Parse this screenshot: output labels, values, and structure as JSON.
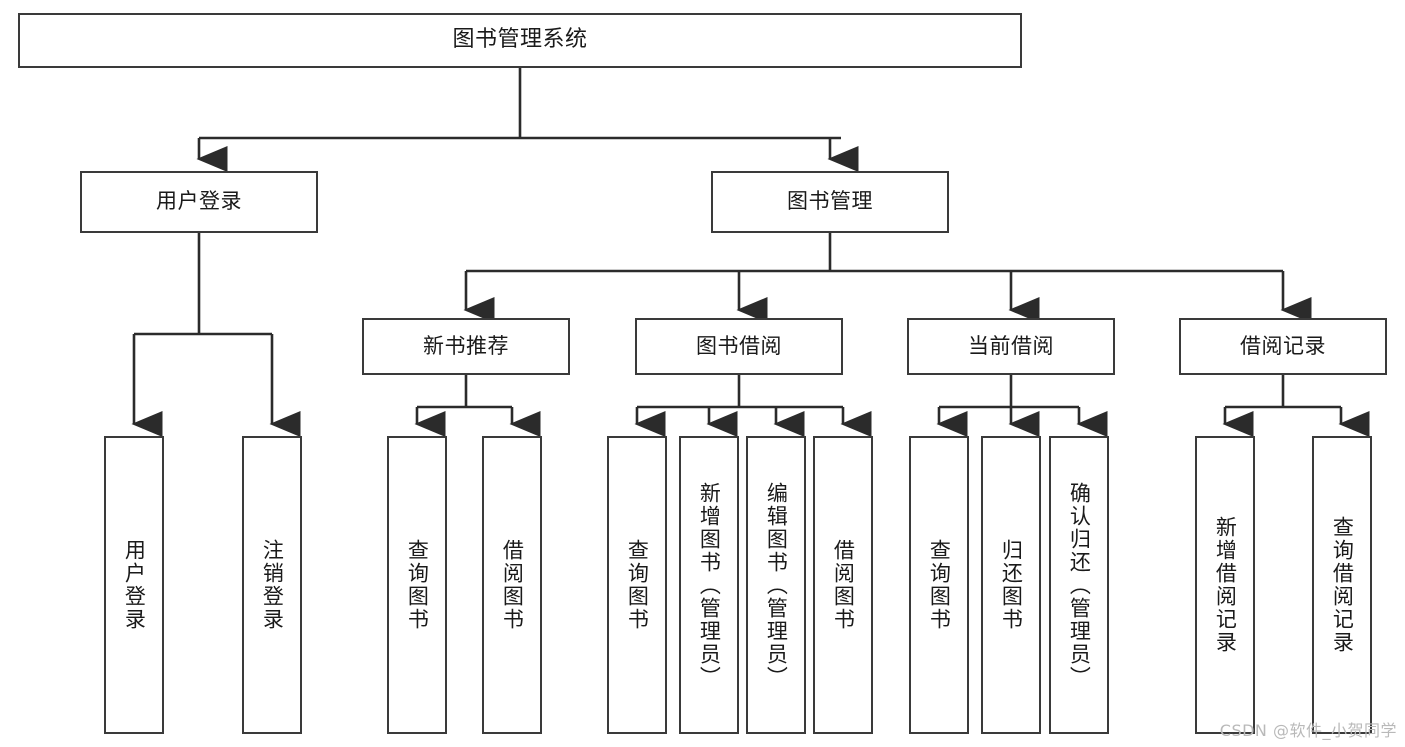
{
  "diagram": {
    "title": "图书管理系统",
    "type": "tree",
    "watermark": "CSDN @软件_小贺同学",
    "colors": {
      "box_border": "#3a3a3a",
      "box_fill": "#ffffff",
      "connector": "#2b2b2b",
      "text": "#1a1a1a",
      "watermark": "#b9b9b9"
    },
    "nodes": {
      "root": {
        "label": "图书管理系统"
      },
      "level2": [
        {
          "id": "user-login",
          "label": "用户登录"
        },
        {
          "id": "book-manage",
          "label": "图书管理"
        }
      ],
      "level3": [
        {
          "id": "new-book-recommend",
          "label": "新书推荐"
        },
        {
          "id": "book-borrow",
          "label": "图书借阅"
        },
        {
          "id": "current-borrow",
          "label": "当前借阅"
        },
        {
          "id": "borrow-record",
          "label": "借阅记录"
        }
      ],
      "leaves": {
        "user_login": [
          {
            "id": "leaf-user-login",
            "label": "用户登录"
          },
          {
            "id": "leaf-logout-login",
            "label": "注销登录"
          }
        ],
        "new_book_recommend": [
          {
            "id": "leaf-query-book-1",
            "label": "查询图书"
          },
          {
            "id": "leaf-borrow-book-1",
            "label": "借阅图书"
          }
        ],
        "book_borrow": [
          {
            "id": "leaf-query-book-2",
            "label": "查询图书"
          },
          {
            "id": "leaf-add-book",
            "label": "新增图书（管理员）"
          },
          {
            "id": "leaf-edit-book",
            "label": "编辑图书（管理员）"
          },
          {
            "id": "leaf-borrow-book-2",
            "label": "借阅图书"
          }
        ],
        "current_borrow": [
          {
            "id": "leaf-query-book-3",
            "label": "查询图书"
          },
          {
            "id": "leaf-return-book",
            "label": "归还图书"
          },
          {
            "id": "leaf-confirm-return",
            "label": "确认归还（管理员）"
          }
        ],
        "borrow_record": [
          {
            "id": "leaf-add-record",
            "label": "新增借阅记录"
          },
          {
            "id": "leaf-query-record",
            "label": "查询借阅记录"
          }
        ]
      }
    }
  }
}
